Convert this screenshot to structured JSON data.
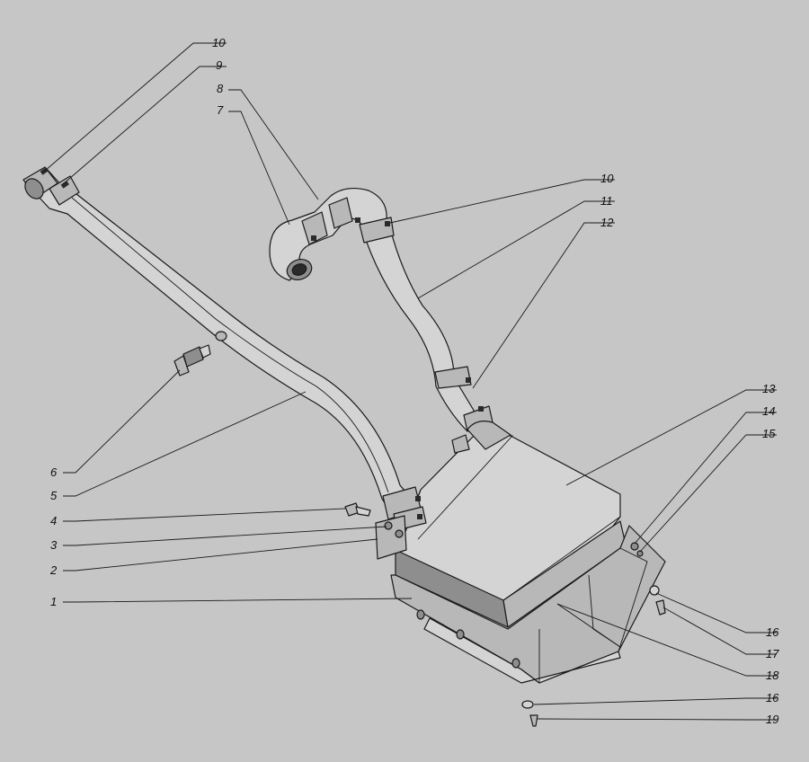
{
  "callouts": [
    {
      "id": "c10a",
      "text": "10"
    },
    {
      "id": "c9",
      "text": "9"
    },
    {
      "id": "c8",
      "text": "8"
    },
    {
      "id": "c7",
      "text": "7"
    },
    {
      "id": "c10b",
      "text": "10"
    },
    {
      "id": "c11",
      "text": "11"
    },
    {
      "id": "c12",
      "text": "12"
    },
    {
      "id": "c13",
      "text": "13"
    },
    {
      "id": "c14",
      "text": "14"
    },
    {
      "id": "c15",
      "text": "15"
    },
    {
      "id": "c6",
      "text": "6"
    },
    {
      "id": "c5",
      "text": "5"
    },
    {
      "id": "c4",
      "text": "4"
    },
    {
      "id": "c3",
      "text": "3"
    },
    {
      "id": "c2",
      "text": "2"
    },
    {
      "id": "c1",
      "text": "1"
    },
    {
      "id": "c16a",
      "text": "16"
    },
    {
      "id": "c17",
      "text": "17"
    },
    {
      "id": "c18",
      "text": "18"
    },
    {
      "id": "c16b",
      "text": "16"
    },
    {
      "id": "c19",
      "text": "19"
    }
  ]
}
